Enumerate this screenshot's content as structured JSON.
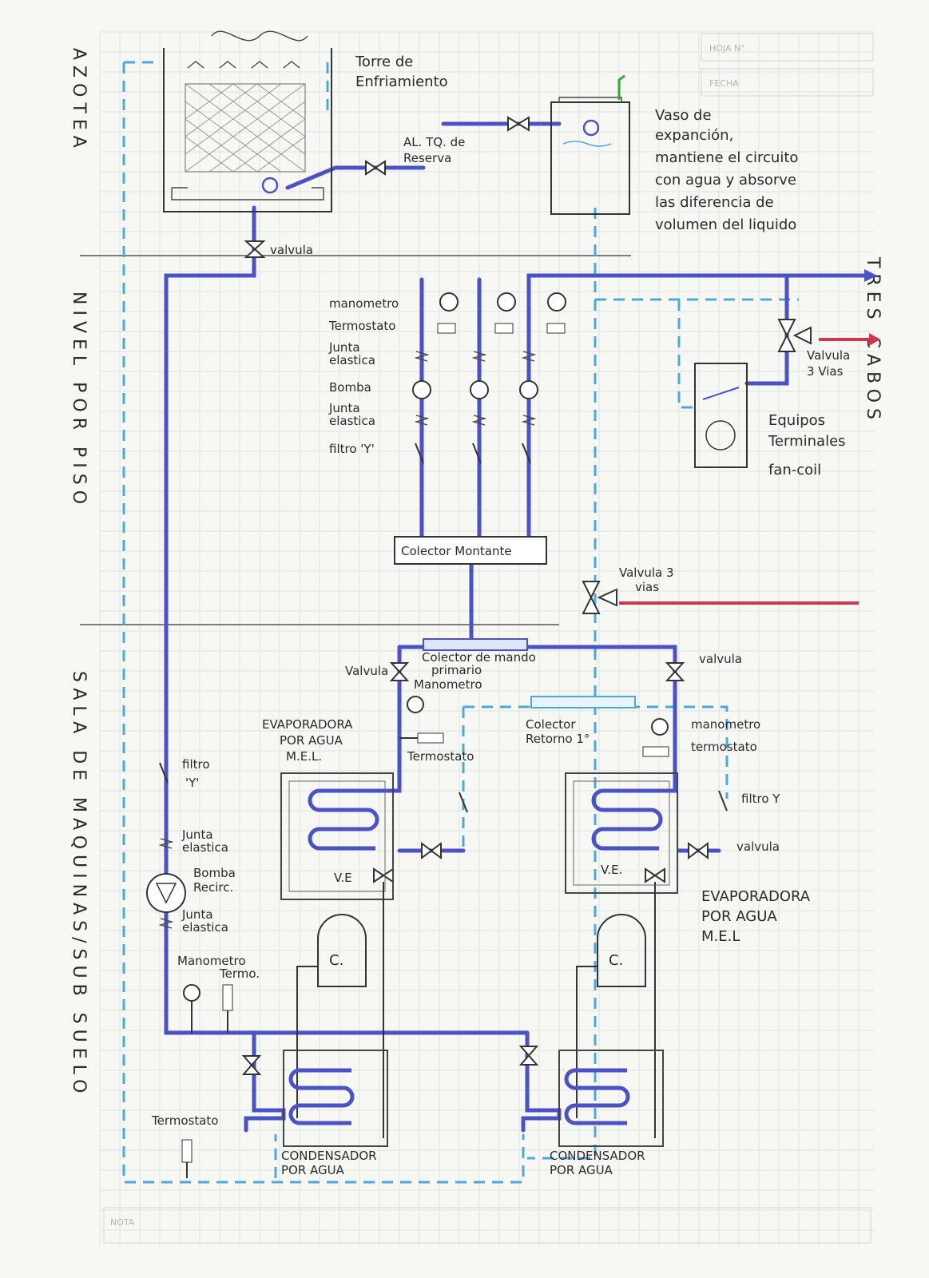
{
  "header": {
    "hoja_label": "HOJA N°",
    "fecha_label": "FECHA",
    "nota_label": "NOTA"
  },
  "zones": {
    "azotea": "AZOTEA",
    "nivel": "NIVEL POR PISO",
    "sala": "SALA DE MAQUINAS/SUB SUELO",
    "tres_cabos": "TRES CABOS"
  },
  "rooftop": {
    "torre": [
      "Torre de",
      "Enfriamiento"
    ],
    "reserva": [
      "AL. TQ. de",
      "Reserva"
    ],
    "vaso": [
      "Vaso de",
      "expanción,",
      "mantiene el circuito",
      "con agua y absorve",
      "las diferencia de",
      "volumen del liquido"
    ],
    "valvula": "valvula"
  },
  "pump_group": {
    "labels": [
      "manometro",
      "Termostato",
      "Junta",
      "elastica",
      "Bomba",
      "Junta",
      "elastica",
      "filtro 'Y'"
    ],
    "colector_montante": "Colector Montante"
  },
  "terminals": {
    "valvula3": [
      "Valvula",
      "3 Vias"
    ],
    "equipos": [
      "Equipos",
      "Terminales",
      "fan-coil"
    ],
    "valvula3_mid": [
      "Valvula 3",
      "vias"
    ]
  },
  "machine_room": {
    "colector_mando": [
      "Colector de mando",
      "primario"
    ],
    "valvula_left": "Valvula",
    "manometro_left": "Manometro",
    "termostato_left": "Termostato",
    "evap_left": [
      "EVAPORADORA",
      "POR AGUA",
      "M.E.L."
    ],
    "colector_retorno": [
      "Colector",
      "Retorno 1°"
    ],
    "valvula_right": "valvula",
    "manometro_right": "manometro",
    "termostato_right": "termostato",
    "filtro_right": "filtro Y",
    "valvula_evap": "valvula",
    "evap_right": [
      "EVAPORADORA",
      "POR AGUA",
      "M.E.L"
    ],
    "ve": "V.E",
    "ve2": "V.E.",
    "compresor": "C.",
    "cond_left": [
      "CONDENSADOR",
      "POR AGUA"
    ],
    "cond_right": [
      "CONDENSADOR",
      "POR AGUA"
    ],
    "filtro_left": [
      "filtro",
      "'Y'"
    ],
    "junta1": [
      "Junta",
      "elastica"
    ],
    "bomba_recirc": [
      "Bomba",
      "Recirc."
    ],
    "junta2": [
      "Junta",
      "elastica"
    ],
    "manometro_termo": [
      "Manometro",
      "Termo."
    ],
    "termostato_bottom": "Termostato"
  },
  "colors": {
    "supply": "#4a52c4",
    "return": "#4fa9d8",
    "control": "#d0374f"
  }
}
